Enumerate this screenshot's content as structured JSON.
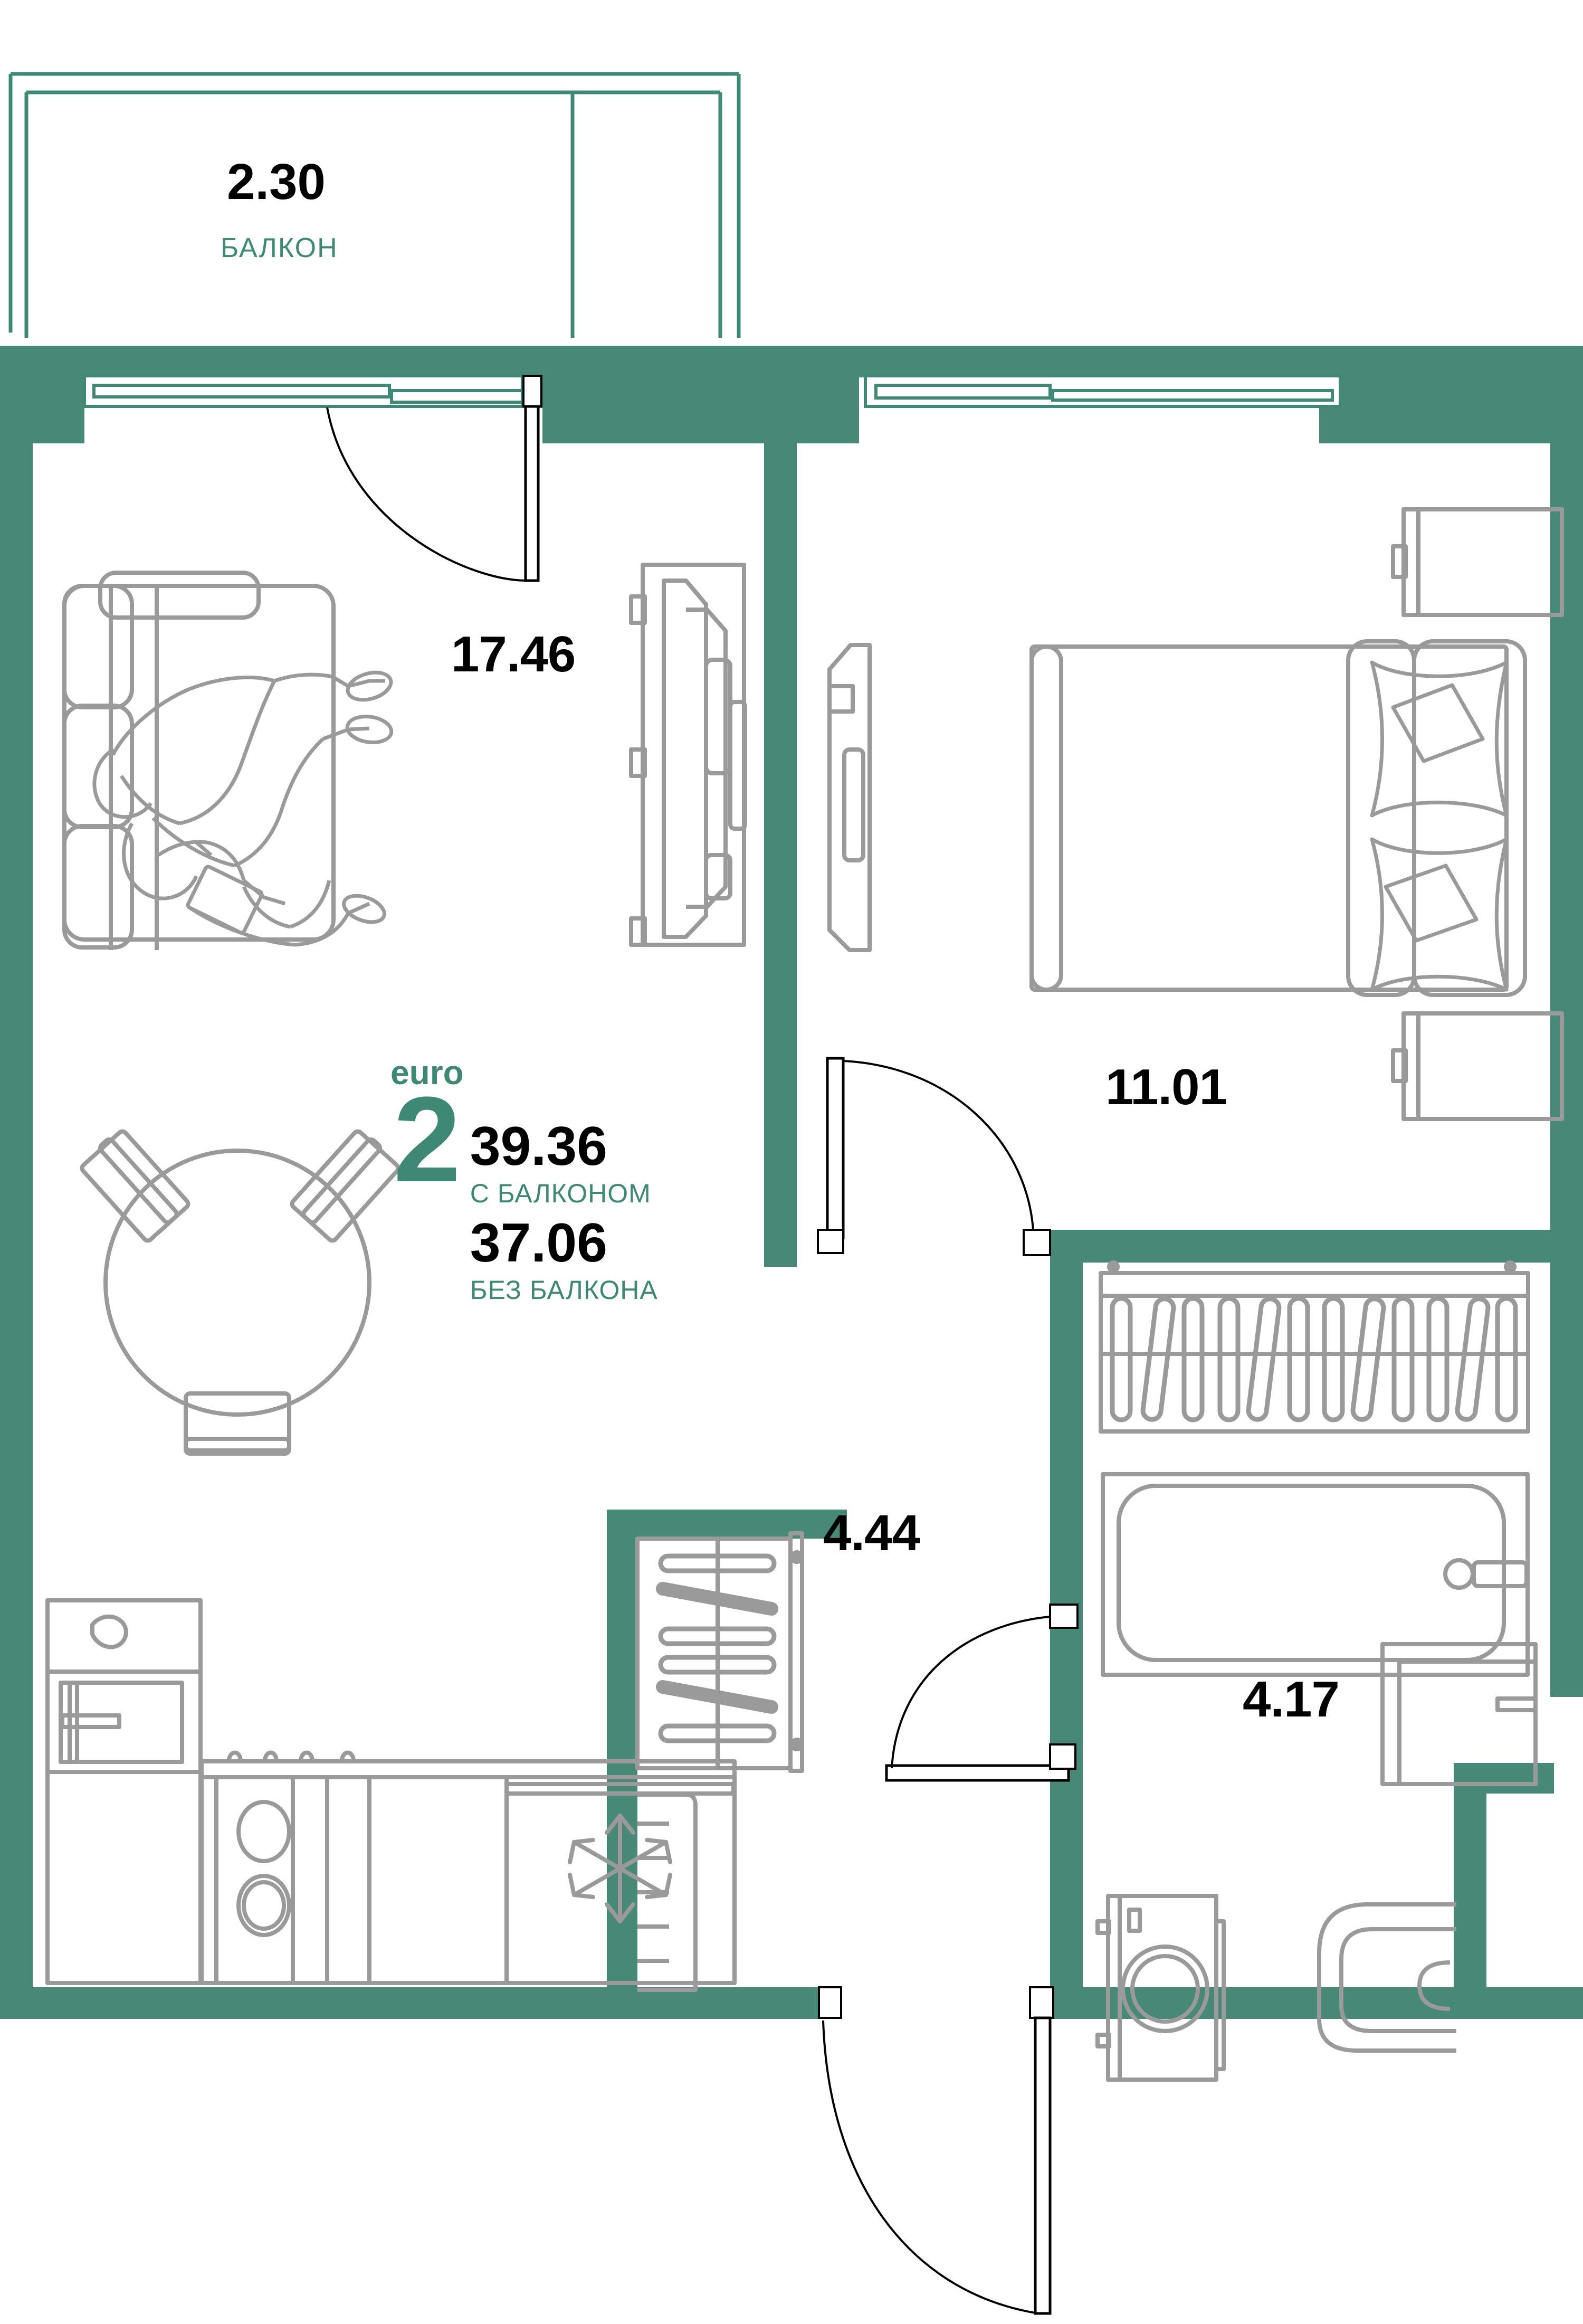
{
  "plan": {
    "type": "apartment-floor-plan",
    "layout_name": "euro 2",
    "colors": {
      "wall": "#478877",
      "accent_green": "#3f8876",
      "furniture_line": "#9a9a9a",
      "text_dark": "#000000",
      "background": "#ffffff"
    }
  },
  "balcony": {
    "area": "2.30",
    "caption": "БАЛКОН"
  },
  "summary": {
    "euro_label": "euro",
    "rooms_count": "2",
    "area_with_balcony": "39.36",
    "with_balcony_caption": "С БАЛКОНОМ",
    "area_without_balcony": "37.06",
    "without_balcony_caption": "БЕЗ БАЛКОНА"
  },
  "rooms": [
    {
      "name": "living-kitchen",
      "area": "17.46"
    },
    {
      "name": "bedroom",
      "area": "11.01"
    },
    {
      "name": "hallway",
      "area": "4.44"
    },
    {
      "name": "bathroom",
      "area": "4.17"
    }
  ],
  "furniture": {
    "living": [
      "sofa",
      "two-people",
      "round-dining-table",
      "chairs",
      "tv-unit",
      "kitchen-counter",
      "sink",
      "stove",
      "refrigerator"
    ],
    "bedroom": [
      "double-bed",
      "pillows",
      "nightstand-left",
      "nightstand-right",
      "wardrobe"
    ],
    "hallway": [
      "wardrobe-closet",
      "shoe-rack"
    ],
    "bathroom": [
      "towel-radiator",
      "bathtub",
      "washing-machine",
      "toilet",
      "sink-cabinet"
    ]
  },
  "openings": {
    "balcony_door": "swing-door",
    "bedroom_door": "swing-door",
    "bathroom_door": "swing-door",
    "entrance_door": "swing-door",
    "windows": [
      "living-window",
      "bedroom-window",
      "balcony-glazing"
    ]
  }
}
